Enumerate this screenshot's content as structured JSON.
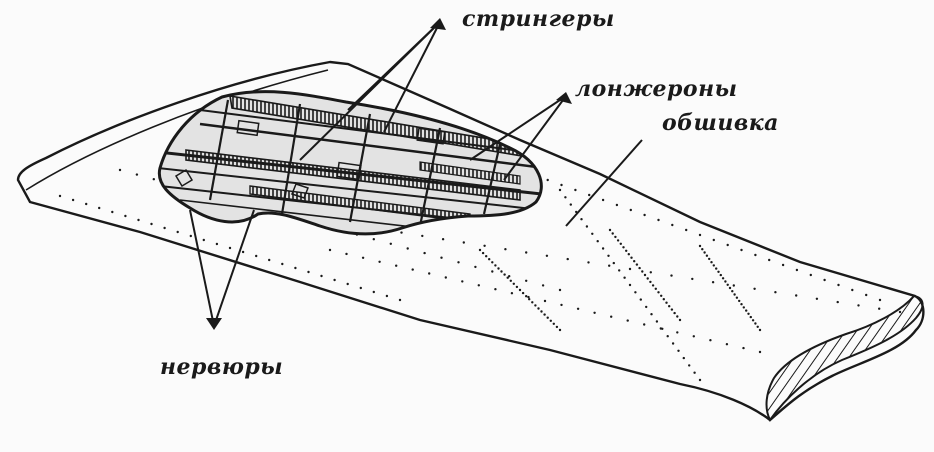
{
  "labels": {
    "stringers": "стрингеры",
    "spars": "лонжероны",
    "skin": "обшивка",
    "ribs": "нервюры"
  },
  "colors": {
    "ink": "#1a1a1a",
    "paper": "#fbfbfb",
    "cutaway": "#d9d9d9"
  }
}
